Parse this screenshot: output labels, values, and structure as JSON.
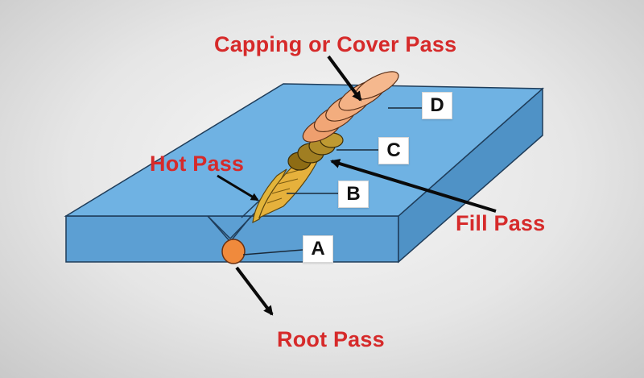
{
  "labels": {
    "capping": "Capping or Cover Pass",
    "hot": "Hot Pass",
    "fill": "Fill Pass",
    "root": "Root Pass"
  },
  "letters": {
    "a": "A",
    "b": "B",
    "c": "C",
    "d": "D"
  },
  "colors": {
    "plate_top": "#6aaee0",
    "plate_side": "#5b9fd2",
    "label_text": "#d62a2a",
    "capping_bead": "#f0a878",
    "fill_bead": "#9c7a1e",
    "hot_bead": "#e2b43a",
    "root_bead": "#f08a3c"
  }
}
